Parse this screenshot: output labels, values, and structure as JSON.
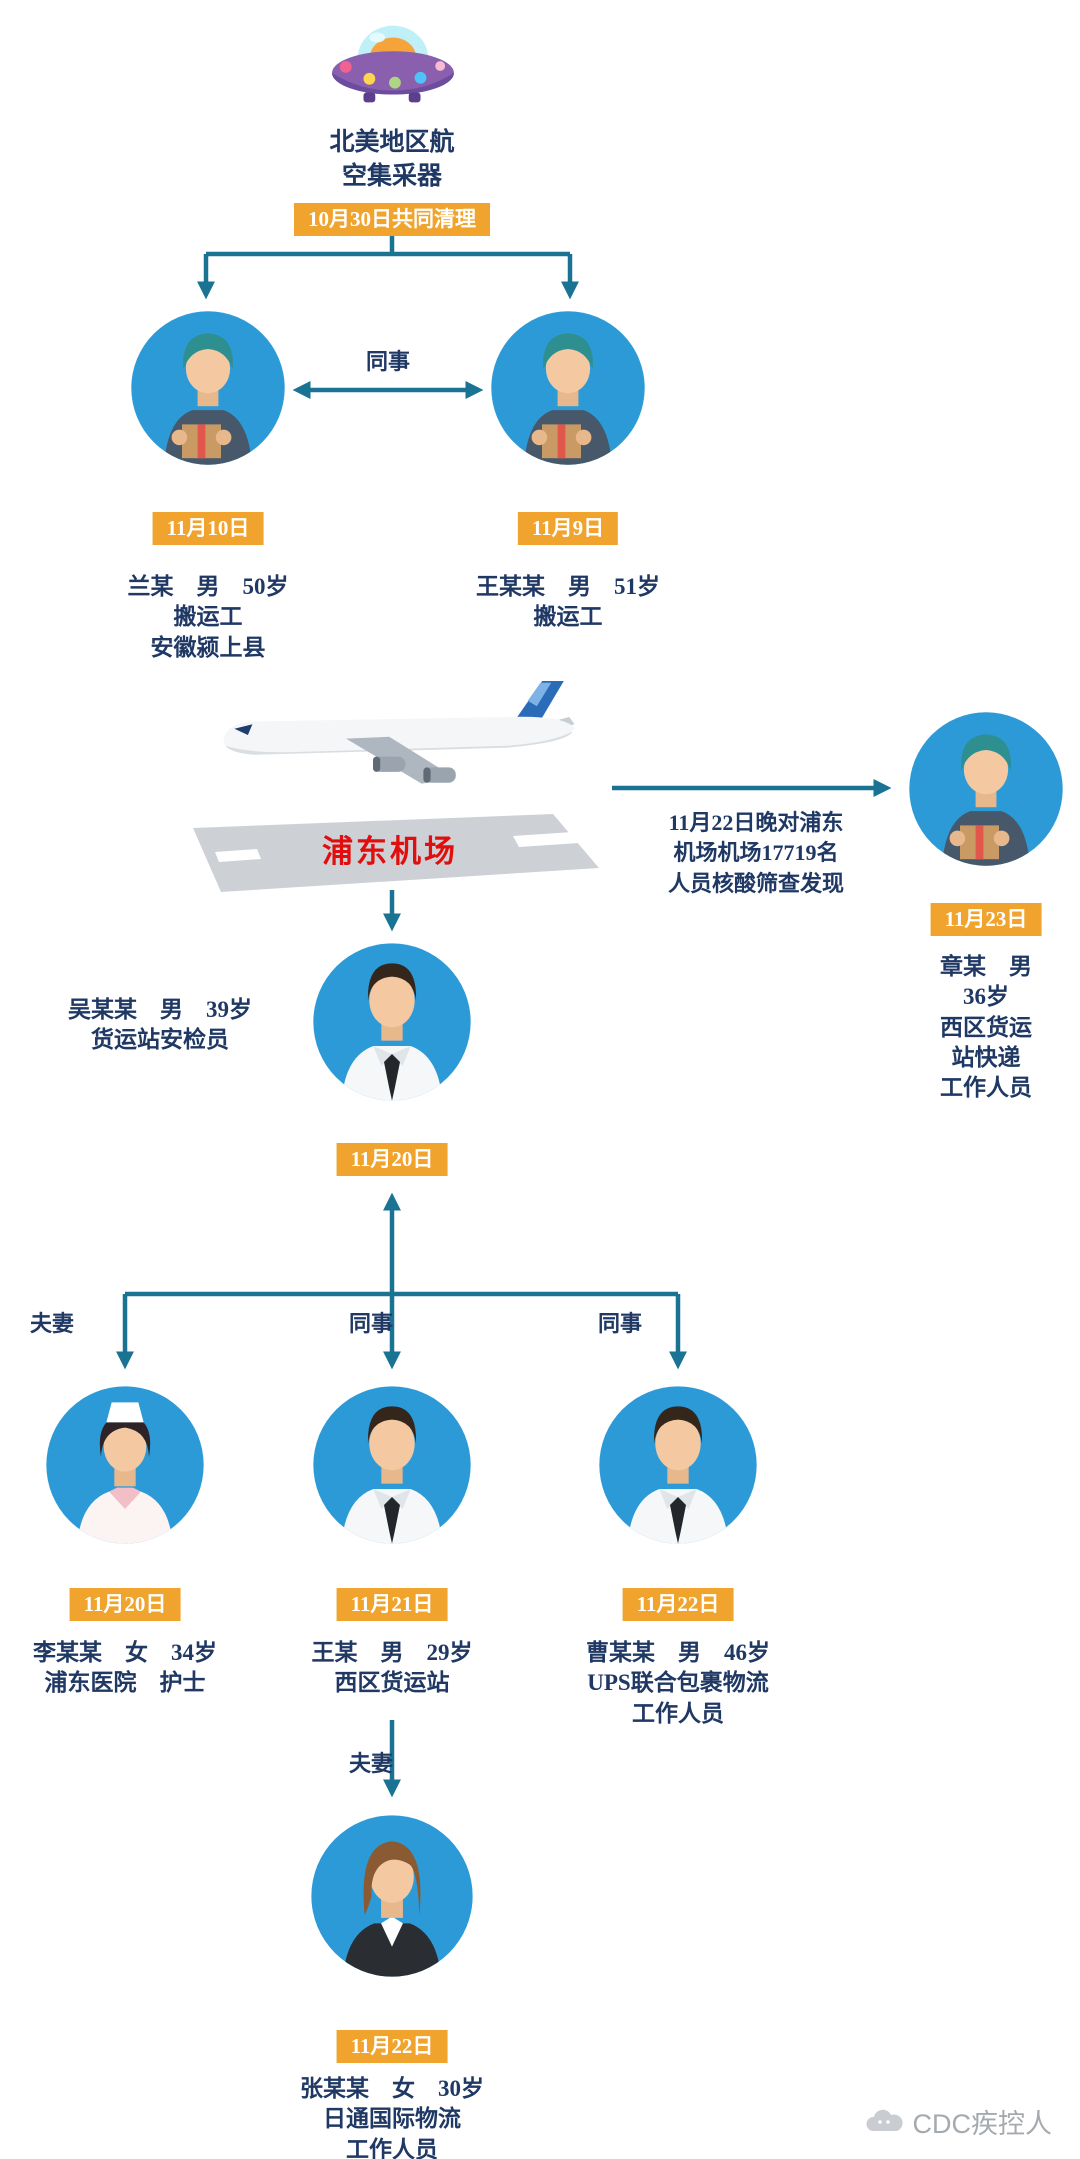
{
  "colors": {
    "avatar_bg": "#2D9AD8",
    "badge_bg": "#F0A42E",
    "connector": "#1A7392",
    "text": "#1F3864",
    "runway_text": "#E10E0E",
    "runway_bg": "#CDD1D6"
  },
  "source": {
    "label": "北美地区航\n空集采器",
    "event_badge": "10月30日共同清理"
  },
  "relations": {
    "colleague_top": "同事",
    "spouse_left": "夫妻",
    "colleague_mid": "同事",
    "colleague_right": "同事",
    "spouse_bottom": "夫妻"
  },
  "airport": {
    "runway_label": "浦东机场",
    "screening_note": "11月22日晚对浦东\n机场机场17719名\n人员核酸筛查发现"
  },
  "cases": {
    "lan": {
      "date": "11月10日",
      "info": "兰某　男　50岁\n搬运工\n安徽颍上县"
    },
    "wang51": {
      "date": "11月9日",
      "info": "王某某　男　51岁\n搬运工"
    },
    "zhang36": {
      "date": "11月23日",
      "info": "章某　男　36岁\n西区货运站快递\n工作人员"
    },
    "wu": {
      "date": "11月20日",
      "info": "吴某某　男　39岁\n货运站安检员"
    },
    "li": {
      "date": "11月20日",
      "info": "李某某　女　34岁\n浦东医院　护士"
    },
    "wang29": {
      "date": "11月21日",
      "info": "王某　男　29岁\n西区货运站"
    },
    "cao": {
      "date": "11月22日",
      "info": "曹某某　男　46岁\nUPS联合包裹物流\n工作人员"
    },
    "zhang30": {
      "date": "11月22日",
      "info": "张某某　女　30岁\n日通国际物流\n工作人员"
    }
  },
  "watermark": {
    "label": "CDC疾控人"
  }
}
